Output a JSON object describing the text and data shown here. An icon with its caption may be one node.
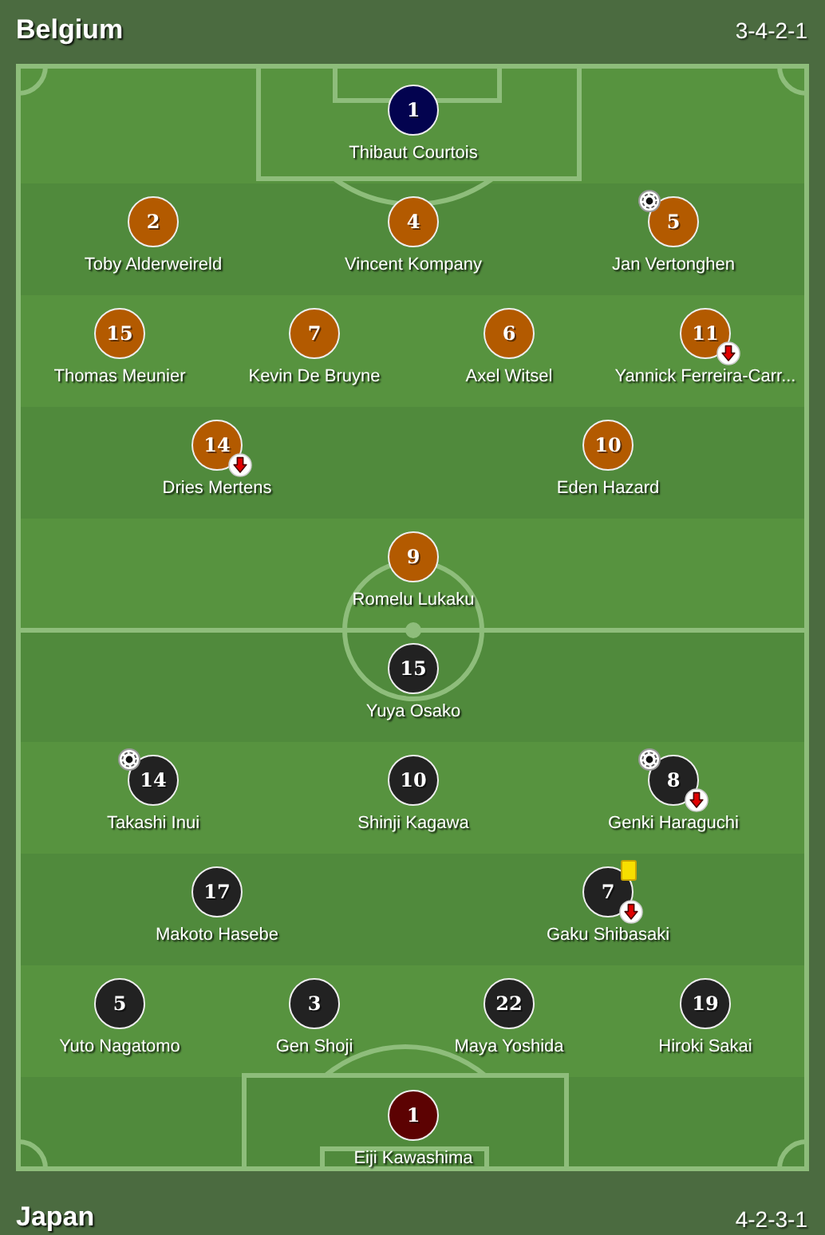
{
  "diagram": {
    "nodes": [
      {
        "text": [
          "1"
        ],
        "beside": [
          "Thibaut Courtois"
        ]
      },
      {
        "text": [
          "2"
        ],
        "beside": [
          "Toby Alderweireld"
        ]
      },
      {
        "text": [
          "4"
        ],
        "beside": [
          "Vincent Kompany"
        ]
      },
      {
        "text": [
          "5"
        ],
        "beside": [
          "Jan Vertonghen"
        ]
      },
      {
        "text": [
          "15"
        ],
        "beside": [
          "Thomas Meunier"
        ]
      },
      {
        "text": [
          "7"
        ],
        "beside": [
          "Kevin De Bruyne"
        ]
      },
      {
        "text": [
          "6"
        ],
        "beside": [
          "Axel Witsel"
        ]
      },
      {
        "text": [
          "11"
        ],
        "beside": [
          "Yannick Ferreira-Carr..."
        ]
      },
      {
        "text": [
          "14"
        ],
        "beside": [
          "Dries Mertens"
        ]
      },
      {
        "text": [
          "10"
        ],
        "beside": [
          "Eden Hazard"
        ]
      },
      {
        "text": [
          "9"
        ],
        "beside": [
          "Romelu Lukaku"
        ]
      },
      {
        "text": [
          "15"
        ],
        "beside": [
          "Yuya Osako"
        ]
      },
      {
        "text": [
          "14"
        ],
        "beside": [
          "Takashi Inui"
        ]
      },
      {
        "text": [
          "10"
        ],
        "beside": [
          "Shinji Kagawa"
        ]
      },
      {
        "text": [
          "8"
        ],
        "beside": [
          "Genki Haraguchi"
        ]
      },
      {
        "text": [
          "17"
        ],
        "beside": [
          "Makoto Hasebe"
        ]
      },
      {
        "text": [
          "7"
        ],
        "beside": [
          "Gaku Shibasaki"
        ]
      },
      {
        "text": [
          "5"
        ],
        "beside": [
          "Yuto Nagatomo"
        ]
      },
      {
        "text": [
          "3"
        ],
        "beside": [
          "Gen Shoji"
        ]
      },
      {
        "text": [
          "22"
        ],
        "beside": [
          "Maya Yoshida"
        ]
      },
      {
        "text": [
          "19"
        ],
        "beside": [
          "Hiroki Sakai"
        ]
      },
      {
        "text": [
          "1"
        ],
        "beside": [
          "Eiji Kawashima"
        ]
      }
    ],
    "labels": [
      "Belgium",
      "3-4-2-1",
      "Japan",
      "4-2-3-1"
    ]
  }
}
